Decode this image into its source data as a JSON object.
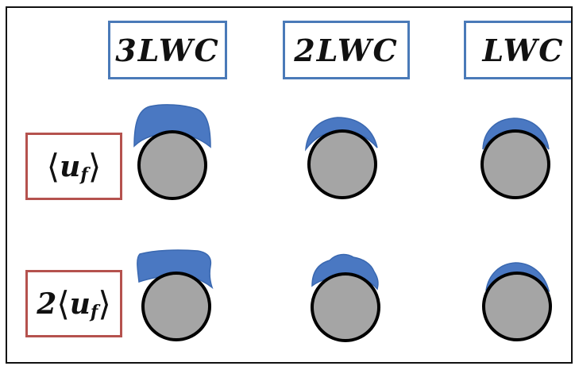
{
  "columns": [
    "3LWC",
    "2LWC",
    "LWC"
  ],
  "rows": [
    {
      "prefix": "",
      "open": "⟨",
      "var": "u",
      "sub": "f",
      "close": "⟩"
    },
    {
      "prefix": "2",
      "open": "⟨",
      "var": "u",
      "sub": "f",
      "close": "⟩"
    }
  ],
  "colors": {
    "column_box_border": "#4a7ab8",
    "row_box_border": "#b5524e",
    "ice": "#4a78c2",
    "cylinder": "#a5a5a5",
    "cylinder_outline": "#000000"
  }
}
